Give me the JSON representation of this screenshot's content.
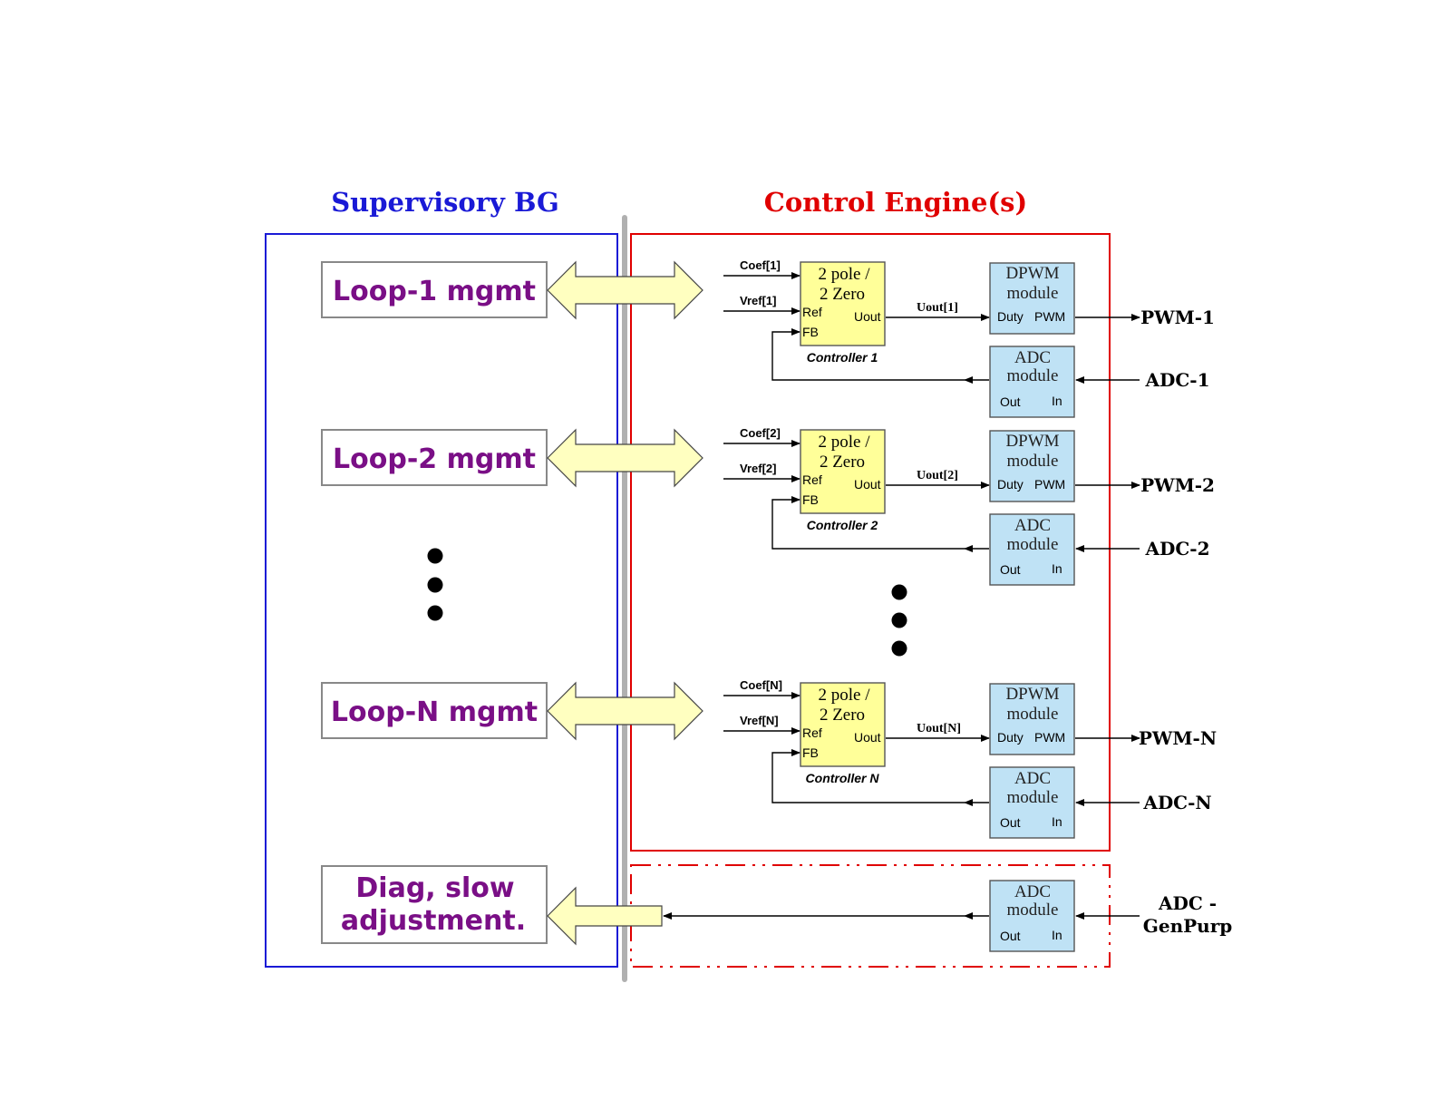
{
  "supervisory": {
    "title": "Supervisory BG"
  },
  "control": {
    "title": "Control Engine(s)"
  },
  "loops": [
    {
      "mgmt": "Loop-1 mgmt",
      "coef": "Coef[1]",
      "vref": "Vref[1]",
      "ctrl_line1": "2 pole /",
      "ctrl_line2": "2 Zero",
      "ref": "Ref",
      "fb": "FB",
      "uout": "Uout",
      "uout_sig": "Uout[1]",
      "controller": "Controller 1",
      "dpwm_line1": "DPWM",
      "dpwm_line2": "module",
      "duty": "Duty",
      "pwm": "PWM",
      "pwm_out": "PWM-1",
      "adc_line1": "ADC",
      "adc_line2": "module",
      "adc_out": "Out",
      "adc_in": "In",
      "adc_label": "ADC-1"
    },
    {
      "mgmt": "Loop-2 mgmt",
      "coef": "Coef[2]",
      "vref": "Vref[2]",
      "ctrl_line1": "2 pole /",
      "ctrl_line2": "2 Zero",
      "ref": "Ref",
      "fb": "FB",
      "uout": "Uout",
      "uout_sig": "Uout[2]",
      "controller": "Controller 2",
      "dpwm_line1": "DPWM",
      "dpwm_line2": "module",
      "duty": "Duty",
      "pwm": "PWM",
      "pwm_out": "PWM-2",
      "adc_line1": "ADC",
      "adc_line2": "module",
      "adc_out": "Out",
      "adc_in": "In",
      "adc_label": "ADC-2"
    },
    {
      "mgmt": "Loop-N mgmt",
      "coef": "Coef[N]",
      "vref": "Vref[N]",
      "ctrl_line1": "2 pole /",
      "ctrl_line2": "2 Zero",
      "ref": "Ref",
      "fb": "FB",
      "uout": "Uout",
      "uout_sig": "Uout[N]",
      "controller": "Controller N",
      "dpwm_line1": "DPWM",
      "dpwm_line2": "module",
      "duty": "Duty",
      "pwm": "PWM",
      "pwm_out": "PWM-N",
      "adc_line1": "ADC",
      "adc_line2": "module",
      "adc_out": "Out",
      "adc_in": "In",
      "adc_label": "ADC-N"
    }
  ],
  "diag": {
    "line1": "Diag, slow",
    "line2": "adjustment.",
    "adc_line1": "ADC",
    "adc_line2": "module",
    "adc_out": "Out",
    "adc_in": "In",
    "label_line1": "ADC -",
    "label_line2": "GenPurp"
  },
  "colors": {
    "supervisory_border": "#1a1ad6",
    "control_border": "#e00000",
    "mgmt_text": "#7a0f86",
    "controller_fill": "#ffff99",
    "module_fill": "#bfe2f5",
    "arrow_fill": "#ffffc0",
    "divider": "#b0b0b0"
  }
}
